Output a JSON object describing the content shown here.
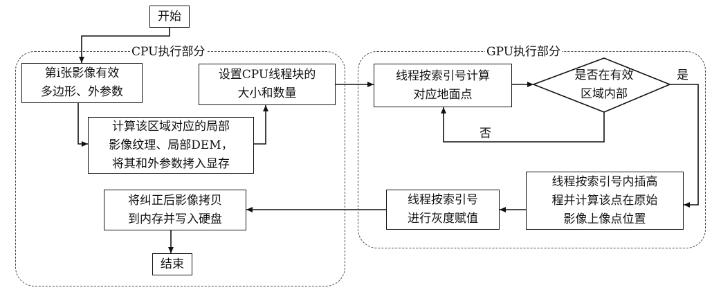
{
  "regions": {
    "cpu": "CPU执行部分",
    "gpu": "GPU执行部分"
  },
  "nodes": {
    "start": "开始",
    "read_polygon": "第i张影像有效\n多边形、外参数",
    "compute_local": "计算该区域对应的局部\n影像纹理、局部DEM，\n将其和外参数拷入显存",
    "set_thread": "设置CPU线程块的\n大小和数量",
    "thread_compute_ground": "线程按索引号计算\n对应地面点",
    "in_region_decision": "是否在有效\n区域内部",
    "interp_height": "线程按索引号内插高\n程并计算该点在原始\n影像上像点位置",
    "gray_assign": "线程按索引号\n进行灰度赋值",
    "copy_to_memory": "将纠正后影像拷贝\n到内存并写入硬盘",
    "end": "结束"
  },
  "edge_labels": {
    "yes": "是",
    "no": "否"
  }
}
